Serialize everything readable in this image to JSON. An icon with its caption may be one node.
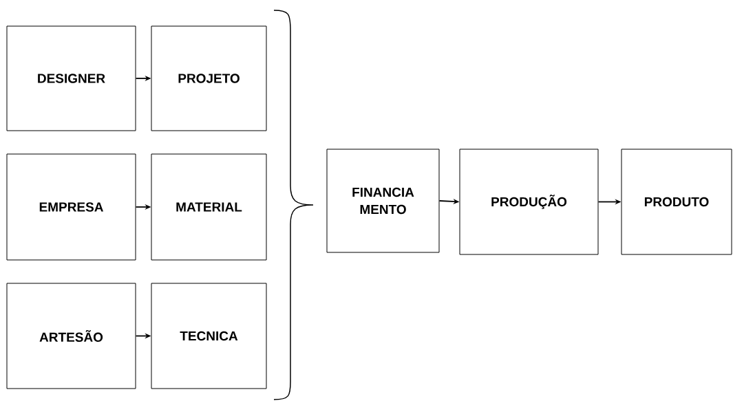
{
  "diagram": {
    "nodes": [
      {
        "text": [
          "DESIGNER"
        ]
      },
      {
        "text": [
          "PROJETO"
        ]
      },
      {
        "text": [
          "EMPRESA"
        ]
      },
      {
        "text": [
          "MATERIAL"
        ]
      },
      {
        "text": [
          "ARTESÃO"
        ]
      },
      {
        "text": [
          "TECNICA"
        ]
      },
      {
        "text": [
          "FINANCIA MENTO"
        ]
      },
      {
        "text": [
          "PRODUÇÃO"
        ]
      },
      {
        "text": [
          "PRODUTO"
        ]
      }
    ],
    "edges": [
      {
        "from": 0,
        "to": 1,
        "arrow": "to"
      },
      {
        "from": 2,
        "to": 3,
        "arrow": "to"
      },
      {
        "from": 4,
        "to": 5,
        "arrow": "to"
      },
      {
        "from": 6,
        "to": 7,
        "arrow": "to"
      },
      {
        "from": 7,
        "to": 8,
        "arrow": "to"
      }
    ]
  }
}
